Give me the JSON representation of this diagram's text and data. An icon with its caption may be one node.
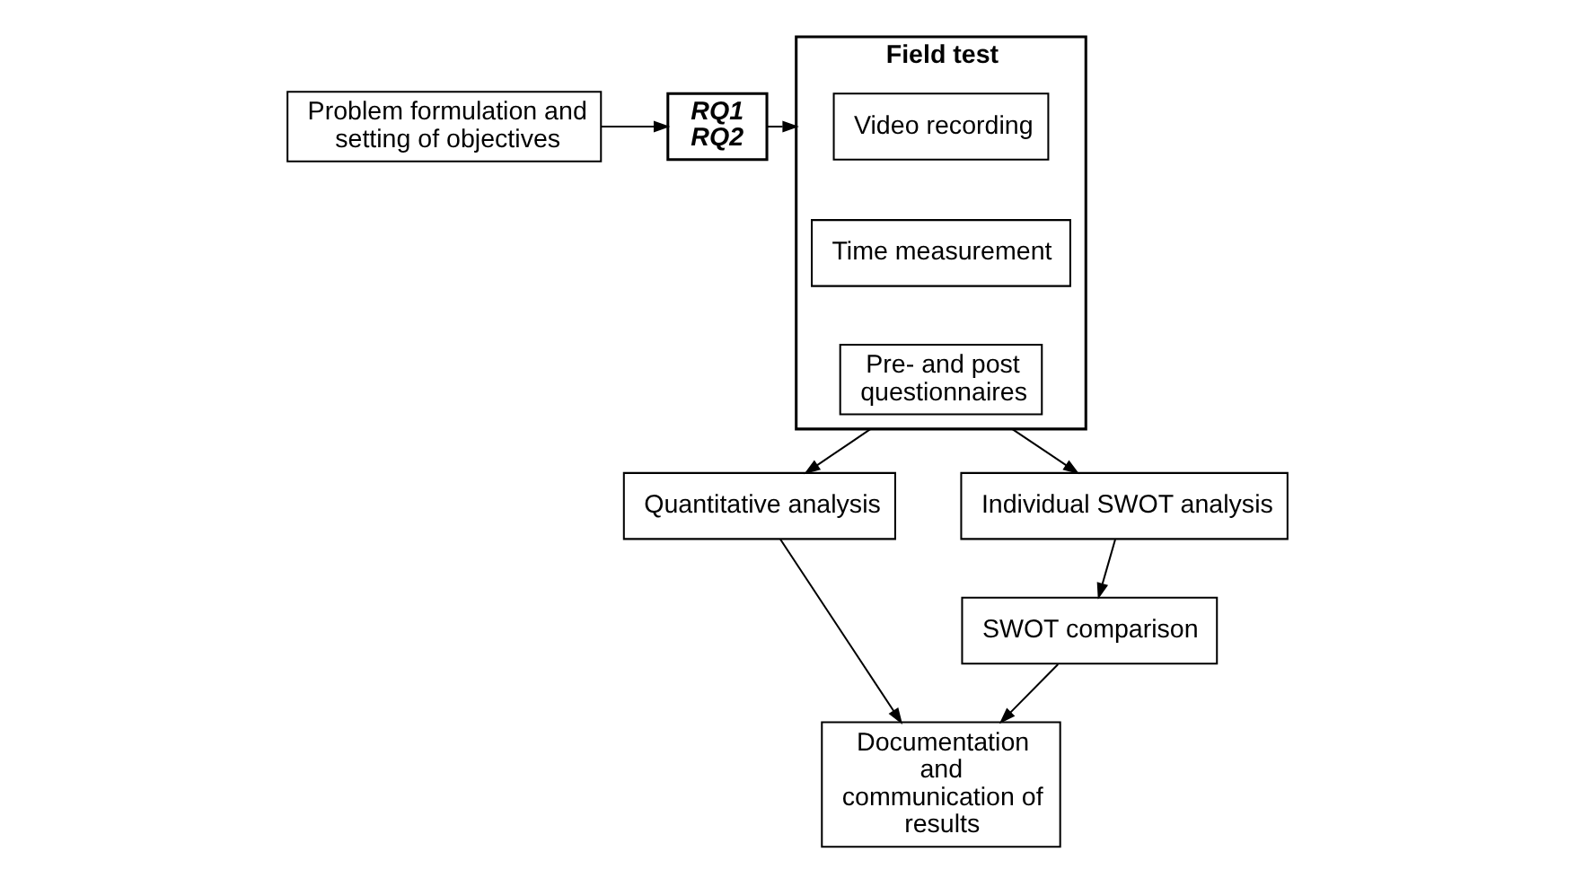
{
  "diagram": {
    "nodes": [
      {
        "text": [
          "Problem formulation and setting of objectives"
        ]
      },
      {
        "text": [
          "RQ1",
          "RQ2"
        ]
      },
      {
        "text": [
          "Field test"
        ]
      },
      {
        "text": [
          "Video recording"
        ],
        "in": 2
      },
      {
        "text": [
          "Time measurement"
        ],
        "in": 2
      },
      {
        "text": [
          "Pre- and post questionnaires"
        ],
        "in": 2
      },
      {
        "text": [
          "Quantitative analysis"
        ]
      },
      {
        "text": [
          "Individual SWOT analysis"
        ]
      },
      {
        "text": [
          "SWOT comparison"
        ]
      },
      {
        "text": [
          "Documentation and communication of results"
        ]
      }
    ],
    "edges": [
      {
        "from": 0,
        "to": 1,
        "arrow": "to"
      },
      {
        "from": 1,
        "to": 2,
        "arrow": "to"
      },
      {
        "from": 2,
        "to": 6,
        "arrow": "to"
      },
      {
        "from": 2,
        "to": 7,
        "arrow": "to"
      },
      {
        "from": 7,
        "to": 8,
        "arrow": "to"
      },
      {
        "from": 6,
        "to": 9,
        "arrow": "to"
      },
      {
        "from": 8,
        "to": 9,
        "arrow": "to"
      }
    ]
  }
}
